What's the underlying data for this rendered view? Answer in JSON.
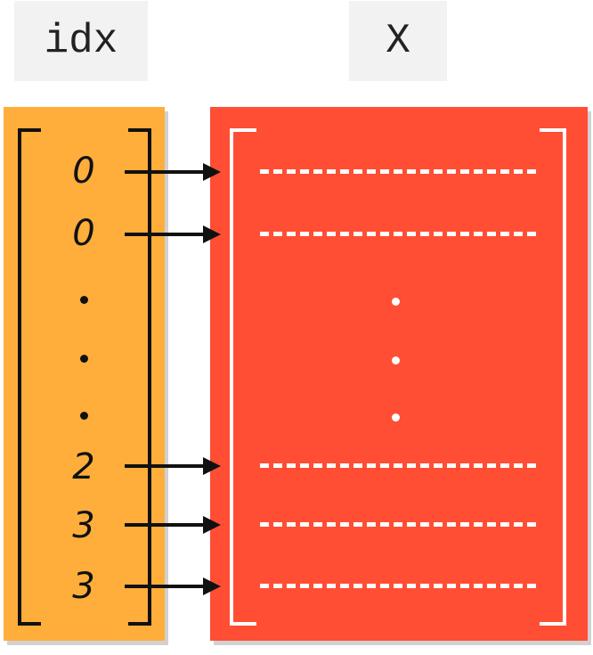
{
  "labels": {
    "idx": "idx",
    "x": "X"
  },
  "idx_values": [
    "0",
    "0",
    "2",
    "3",
    "3"
  ],
  "colors": {
    "idx_panel": "#ffae3b",
    "x_panel": "#ff4e34",
    "label_bg": "#f2f2f2",
    "arrow": "#111111",
    "row_line": "#ffffff"
  }
}
